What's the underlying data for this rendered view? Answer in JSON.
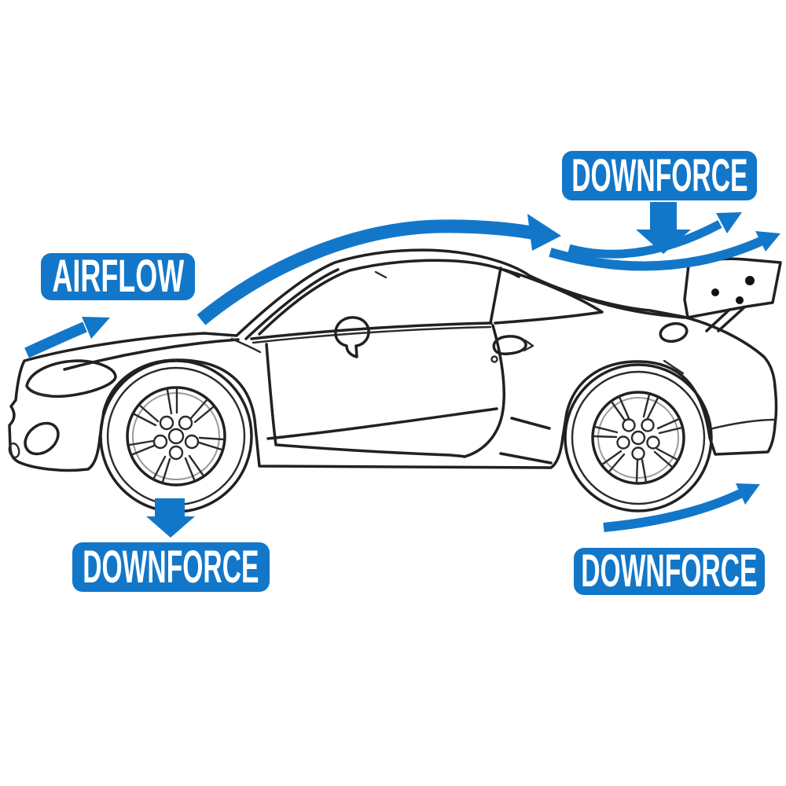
{
  "diagram": {
    "subject": "car-aerodynamics-side-view",
    "colors": {
      "accent_blue": "#1277c9",
      "line_art": "#212121",
      "background": "#ffffff",
      "label_text": "#ffffff"
    },
    "labels": {
      "airflow": {
        "text": "AIRFLOW"
      },
      "downforce_top": {
        "text": "DOWNFORCE"
      },
      "downforce_bottom_left": {
        "text": "DOWNFORCE"
      },
      "downforce_bottom_right": {
        "text": "DOWNFORCE"
      }
    },
    "arrows": {
      "front_airflow": "short arrow pointing up-right at front of car",
      "roof_airflow": "long curved arrow sweeping over roof, left to right",
      "downforce_top": "thick block arrow pointing down above rear wing",
      "spoiler_airflow_upper": "curved arrow rising off spoiler, up-right",
      "spoiler_airflow_lower": "longer curved arrow rising off spoiler, up-right",
      "downforce_front_wheel": "thick block arrow pointing down below front wheel",
      "rear_airflow": "curved arrow rising up-right behind rear bumper"
    }
  }
}
